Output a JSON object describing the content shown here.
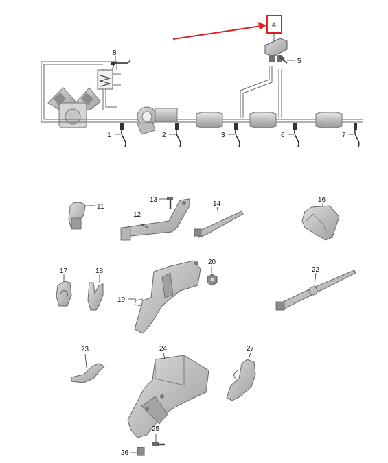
{
  "callouts": {
    "c1": "1",
    "c2": "2",
    "c3": "3",
    "c4": "4",
    "c5": "5",
    "c6": "6",
    "c7": "7",
    "c8": "8",
    "c11": "11",
    "c12": "12",
    "c13": "13",
    "c14": "14",
    "c16": "16",
    "c17": "17",
    "c18": "18",
    "c19": "19",
    "c20": "20",
    "c22": "22",
    "c23": "23",
    "c24": "24",
    "c25": "25",
    "c26": "26",
    "c27": "27"
  },
  "highlight": {
    "callout": "4",
    "color": "#e02020"
  },
  "colors": {
    "line": "#555555",
    "part_fill": "#c9c9c9",
    "part_dark": "#8f8f8f",
    "part_light": "#e4e4e4"
  }
}
